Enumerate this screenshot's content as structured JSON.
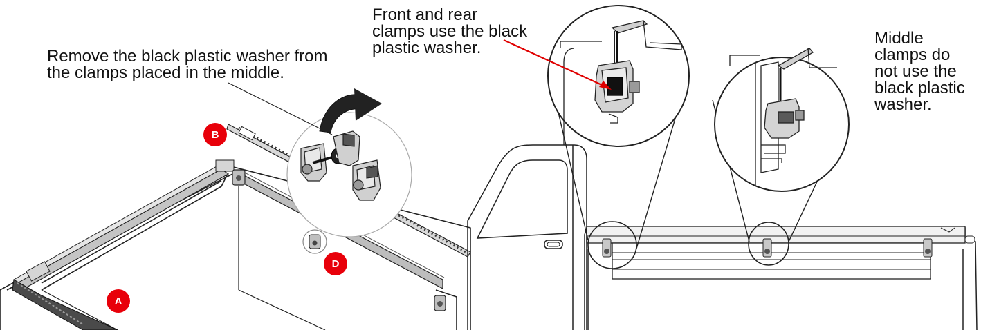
{
  "left_panel": {
    "instruction": "Remove the black plastic washer from\nthe clamps placed in the middle.",
    "badges": [
      {
        "label": "B"
      },
      {
        "label": "D"
      },
      {
        "label": "A"
      }
    ]
  },
  "right_panel": {
    "callout_front_rear": "Front and rear\nclamps use the black\nplastic washer.",
    "callout_middle": "Middle\nclamps do\nnot use the\nblack plastic\nwasher."
  },
  "colors": {
    "badge": "#e8000a",
    "arrow": "#e00000",
    "line": "#222222",
    "rail": "#b8b8b8"
  }
}
